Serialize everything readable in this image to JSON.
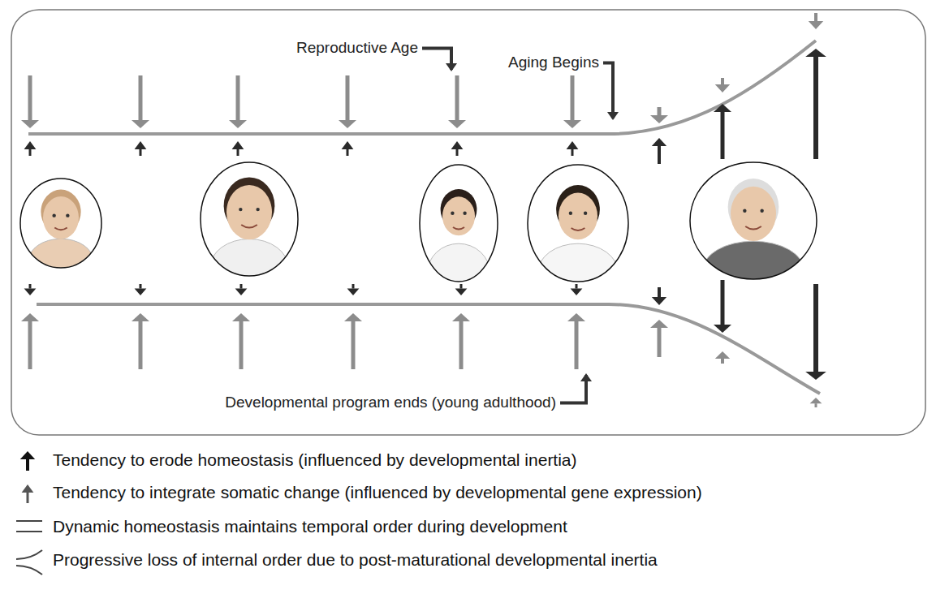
{
  "diagram": {
    "labels": [
      "Reproductive Age",
      "Aging Begins",
      "Developmental program ends (young adulthood)"
    ],
    "legend": [
      {
        "text": "Tendency to erode homeostasis (influenced by developmental inertia)"
      },
      {
        "text": "Tendency to integrate somatic change (influenced by developmental gene expression)"
      },
      {
        "text": "Dynamic homeostasis maintains temporal order during development"
      },
      {
        "text": "Progressive loss of internal order due to post-maturational developmental inertia"
      }
    ]
  }
}
